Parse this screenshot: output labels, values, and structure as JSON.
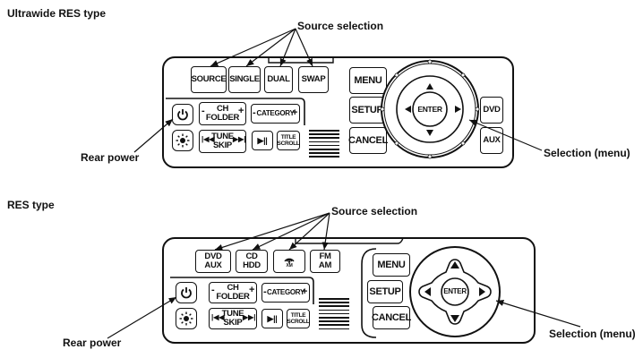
{
  "top": {
    "heading": "Ultrawide RES type",
    "source_callout": "Source selection",
    "rear_callout": "Rear power",
    "menu_callout": "Selection (menu)",
    "source_buttons": [
      "SOURCE",
      "SINGLE",
      "DUAL",
      "SWAP"
    ],
    "ch_folder": [
      "CH",
      "FOLDER"
    ],
    "category": "CATEGORY",
    "tune_skip": [
      "TUNE",
      "SKIP"
    ],
    "title_scroll": [
      "TITLE",
      "SCROLL"
    ],
    "menu": "MENU",
    "setup": "SETUP",
    "cancel": "CANCEL",
    "enter": "ENTER",
    "dvd": "DVD",
    "aux": "AUX"
  },
  "bottom": {
    "heading": "RES type",
    "source_callout": "Source selection",
    "rear_callout": "Rear power",
    "menu_callout": "Selection (menu)",
    "source_buttons": [
      [
        "DVD",
        "AUX"
      ],
      [
        "CD",
        "HDD"
      ],
      [
        "FM",
        "AM"
      ]
    ],
    "xm_label": "XM",
    "ch_folder": [
      "CH",
      "FOLDER"
    ],
    "category": "CATEGORY",
    "tune_skip": [
      "TUNE",
      "SKIP"
    ],
    "title_scroll": [
      "TITLE",
      "SCROLL"
    ],
    "menu": "MENU",
    "setup": "SETUP",
    "cancel": "CANCEL",
    "enter": "ENTER"
  },
  "icons": [
    "power-icon",
    "brightness-icon",
    "play-pause-icon",
    "xm-radio-icon",
    "arrow-up-icon",
    "arrow-down-icon",
    "arrow-left-icon",
    "arrow-right-icon"
  ]
}
